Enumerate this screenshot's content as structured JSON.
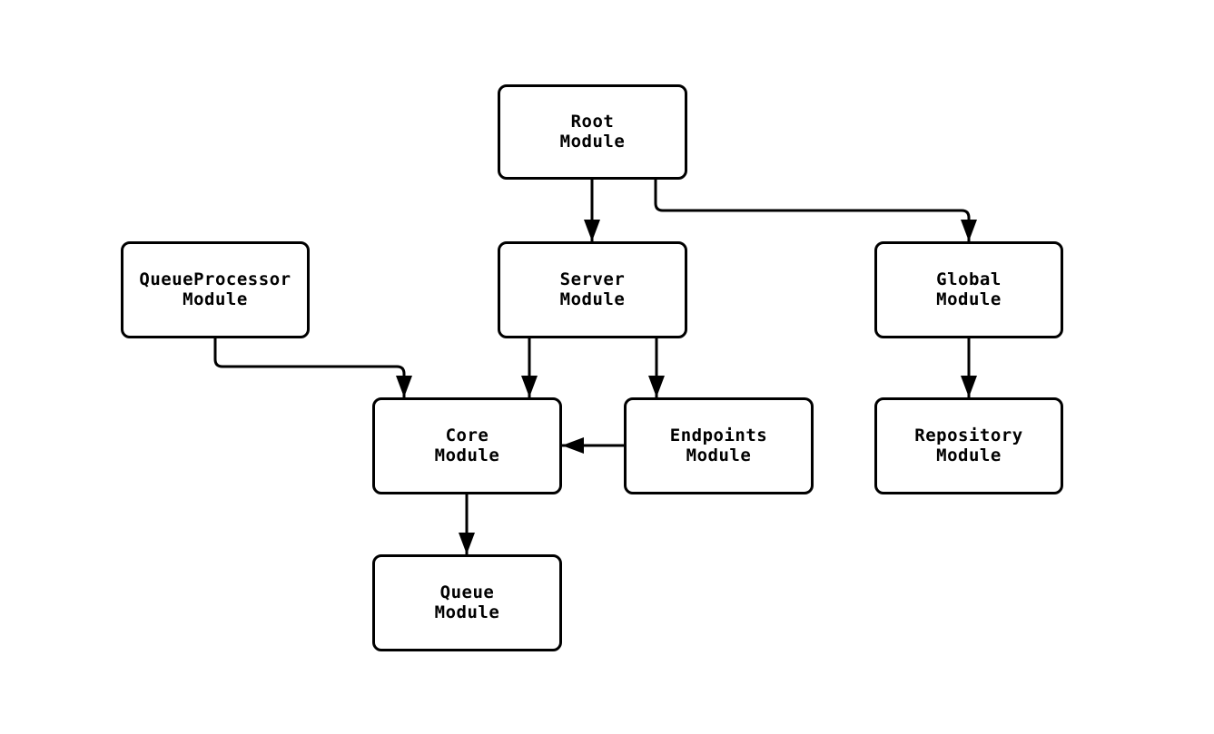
{
  "diagram": {
    "type": "module-dependency-flowchart",
    "background_color": "#ffffff",
    "node_fill_color": "#ffffff",
    "node_border_color": "#000000",
    "edge_color": "#000000",
    "nodes": {
      "root": {
        "line1": "Root",
        "line2": "Module"
      },
      "queueprocessor": {
        "line1": "QueueProcessor",
        "line2": "Module"
      },
      "server": {
        "line1": "Server",
        "line2": "Module"
      },
      "global": {
        "line1": "Global",
        "line2": "Module"
      },
      "core": {
        "line1": "Core",
        "line2": "Module"
      },
      "endpoints": {
        "line1": "Endpoints",
        "line2": "Module"
      },
      "repository": {
        "line1": "Repository",
        "line2": "Module"
      },
      "queue": {
        "line1": "Queue",
        "line2": "Module"
      }
    },
    "edges": [
      {
        "from": "Root Module",
        "to": "Server Module"
      },
      {
        "from": "Root Module",
        "to": "Global Module"
      },
      {
        "from": "QueueProcessor Module",
        "to": "Core Module"
      },
      {
        "from": "Server Module",
        "to": "Core Module"
      },
      {
        "from": "Server Module",
        "to": "Endpoints Module"
      },
      {
        "from": "Endpoints Module",
        "to": "Core Module"
      },
      {
        "from": "Global Module",
        "to": "Repository Module"
      },
      {
        "from": "Core Module",
        "to": "Queue Module"
      }
    ]
  }
}
